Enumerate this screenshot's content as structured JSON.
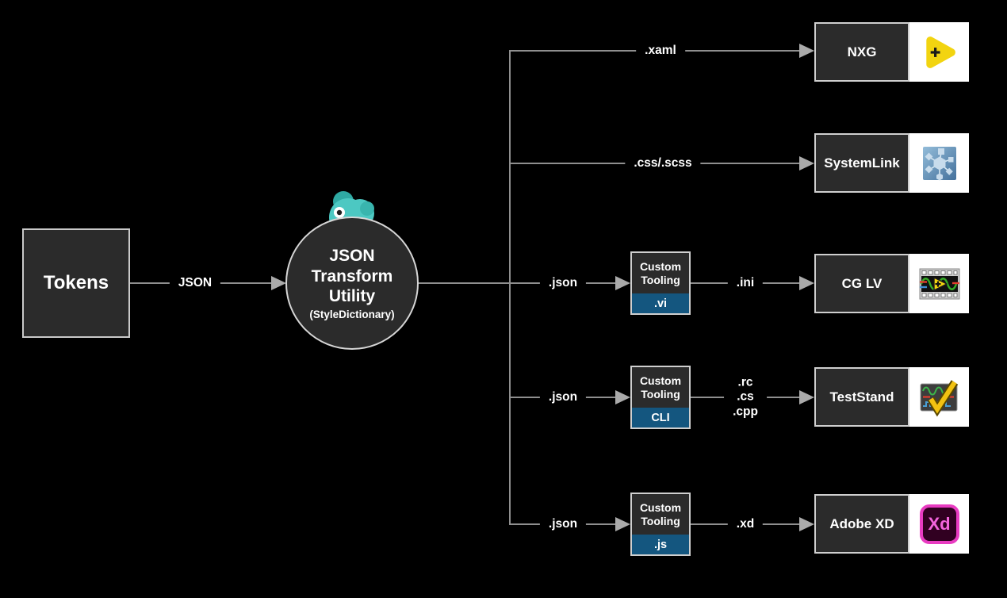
{
  "colors": {
    "background": "#000000",
    "node_fill": "#2b2b2b",
    "node_border": "#c9c9c9",
    "connector_line": "#8f8f8f",
    "arrowhead": "#aaaaaa",
    "badge_blue": "#14567f",
    "text": "#ffffff",
    "chameleon_teal": "#4cc8c2",
    "nxg_yellow": "#f2d410",
    "xd_pink": "#e83bc1"
  },
  "source_node": {
    "label": "Tokens"
  },
  "input_edge": {
    "label": "JSON"
  },
  "transformer_node": {
    "line1": "JSON",
    "line2": "Transform",
    "line3": "Utility",
    "subtitle": "(StyleDictionary)"
  },
  "tooling_label": {
    "line1": "Custom",
    "line2": "Tooling"
  },
  "branches": [
    {
      "edge_label": ".xaml",
      "target": "NXG",
      "icon": "labview-nxg-icon"
    },
    {
      "edge_label": ".css/.scss",
      "target": "SystemLink",
      "icon": "systemlink-icon"
    },
    {
      "edge_label": ".json",
      "tool_badge": ".vi",
      "output_label": ".ini",
      "target": "CG LV",
      "icon": "labview-icon"
    },
    {
      "edge_label": ".json",
      "tool_badge": "CLI",
      "output_lines": [
        ".rc",
        ".cs",
        ".cpp"
      ],
      "target": "TestStand",
      "icon": "teststand-icon"
    },
    {
      "edge_label": ".json",
      "tool_badge": ".js",
      "output_label": ".xd",
      "target": "Adobe XD",
      "icon": "adobe-xd-icon"
    }
  ],
  "adobe_xd_icon_text": "Xd"
}
